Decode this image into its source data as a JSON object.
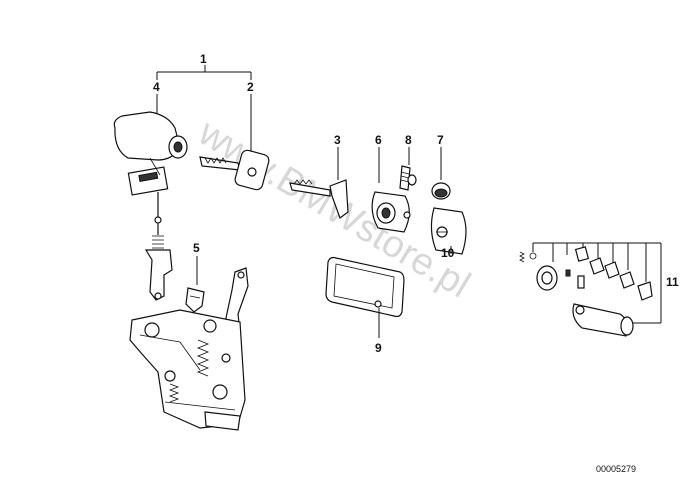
{
  "callouts": {
    "c1": "1",
    "c2": "2",
    "c3": "3",
    "c4": "4",
    "c5": "5",
    "c6": "6",
    "c7": "7",
    "c8": "8",
    "c9": "9",
    "c10": "10",
    "c11": "11"
  },
  "watermark": "www.BMWstore.pl",
  "reference_number": "00005279",
  "colors": {
    "line": "#111111",
    "watermark": "#b8b8b8",
    "background": "#ffffff"
  }
}
